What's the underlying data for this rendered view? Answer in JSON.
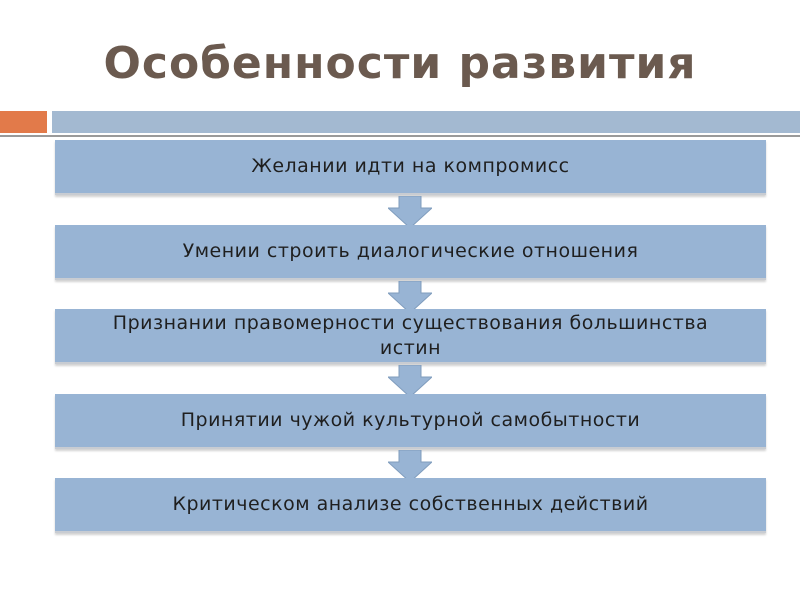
{
  "title": "Особенности развития",
  "colors": {
    "title": "#6b5a4f",
    "accent": "#e27a4a",
    "band": "#a3b9d1",
    "box": "#98b4d4",
    "arrow": "#98b4d4"
  },
  "steps": [
    {
      "label": "Желании идти на компромисс"
    },
    {
      "label": "Умении строить диалогические отношения"
    },
    {
      "label": "Признании правомерности существования большинства истин"
    },
    {
      "label": "Принятии чужой культурной самобытности"
    },
    {
      "label": "Критическом анализе собственных действий"
    }
  ],
  "connector_icon": "down-arrow-icon"
}
